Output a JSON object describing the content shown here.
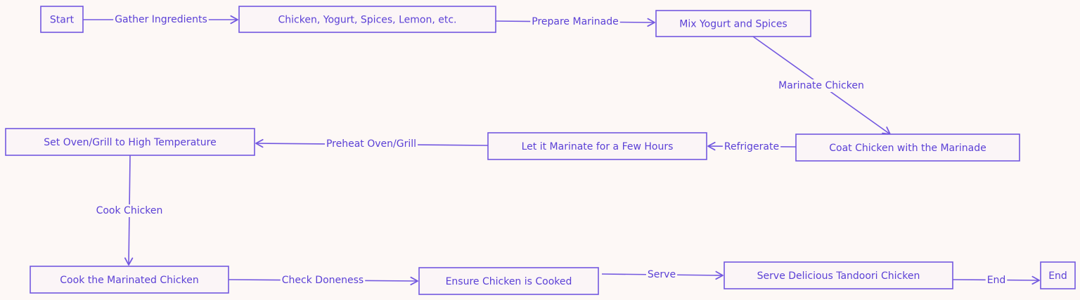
{
  "nodes": [
    {
      "id": "start",
      "label": "Start"
    },
    {
      "id": "ingredients",
      "label": "Chicken, Yogurt, Spices, Lemon, etc."
    },
    {
      "id": "mix",
      "label": "Mix Yogurt and Spices"
    },
    {
      "id": "coat",
      "label": "Coat Chicken with the Marinade"
    },
    {
      "id": "marinate",
      "label": "Let it Marinate for a Few Hours"
    },
    {
      "id": "oven",
      "label": "Set Oven/Grill to High Temperature"
    },
    {
      "id": "cook",
      "label": "Cook the Marinated Chicken"
    },
    {
      "id": "ensure",
      "label": "Ensure Chicken is Cooked"
    },
    {
      "id": "serve",
      "label": "Serve Delicious Tandoori Chicken"
    },
    {
      "id": "end",
      "label": "End"
    }
  ],
  "edges": [
    {
      "from": "start",
      "to": "ingredients",
      "label": "Gather Ingredients"
    },
    {
      "from": "ingredients",
      "to": "mix",
      "label": "Prepare Marinade"
    },
    {
      "from": "mix",
      "to": "coat",
      "label": "Marinate Chicken"
    },
    {
      "from": "coat",
      "to": "marinate",
      "label": "Refrigerate"
    },
    {
      "from": "marinate",
      "to": "oven",
      "label": "Preheat Oven/Grill"
    },
    {
      "from": "oven",
      "to": "cook",
      "label": "Cook Chicken"
    },
    {
      "from": "cook",
      "to": "ensure",
      "label": "Check Doneness"
    },
    {
      "from": "ensure",
      "to": "serve",
      "label": "Serve"
    },
    {
      "from": "serve",
      "to": "end",
      "label": "End"
    }
  ],
  "colors": {
    "background": "#fdf8f6",
    "stroke": "#7358e0",
    "text": "#5b40d6",
    "node_fill": "#fbf5f7"
  }
}
